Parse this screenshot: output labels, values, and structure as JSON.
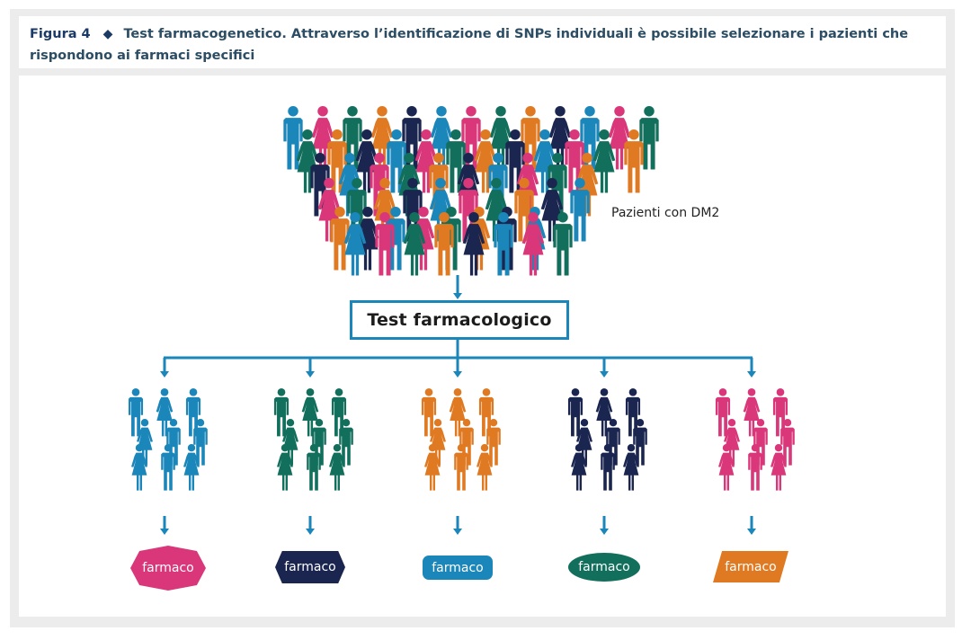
{
  "caption": {
    "label": "Figura 4",
    "diamond": "◆",
    "text": "Test farmacogenetico. Attraverso l’identificazione di SNPs individuali è possibile selezionare i pazienti che rispondono ai farmaci specifici"
  },
  "crowd_label": "Pazienti con DM2",
  "test_box": "Test farmacologico",
  "groups": [
    {
      "color": "#1a86b9",
      "drug_label": "farmaco",
      "badge": "diamond"
    },
    {
      "color": "#116f5c",
      "drug_label": "farmaco",
      "badge": "hexagon"
    },
    {
      "color": "#e07a22",
      "drug_label": "farmaco",
      "badge": "rounded-rect"
    },
    {
      "color": "#1a2550",
      "drug_label": "farmaco",
      "badge": "oval"
    },
    {
      "color": "#d9377a",
      "drug_label": "farmaco",
      "badge": "parallelogram"
    }
  ],
  "badge_colors": [
    "#d9377a",
    "#1a2550",
    "#1a86b9",
    "#116f5c",
    "#e07a22"
  ],
  "arrow_color": "#1a86b9",
  "figure_icons": [
    "male-figure-icon",
    "female-figure-icon"
  ]
}
